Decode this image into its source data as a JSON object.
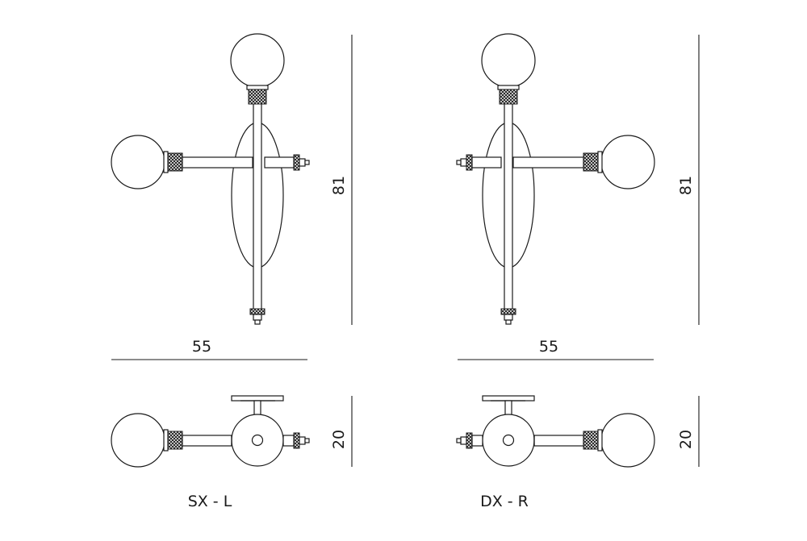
{
  "dimensions": {
    "height": "81",
    "width": "55",
    "depth": "20"
  },
  "variants": [
    {
      "label": "SX - L"
    },
    {
      "label": "DX - R"
    }
  ]
}
